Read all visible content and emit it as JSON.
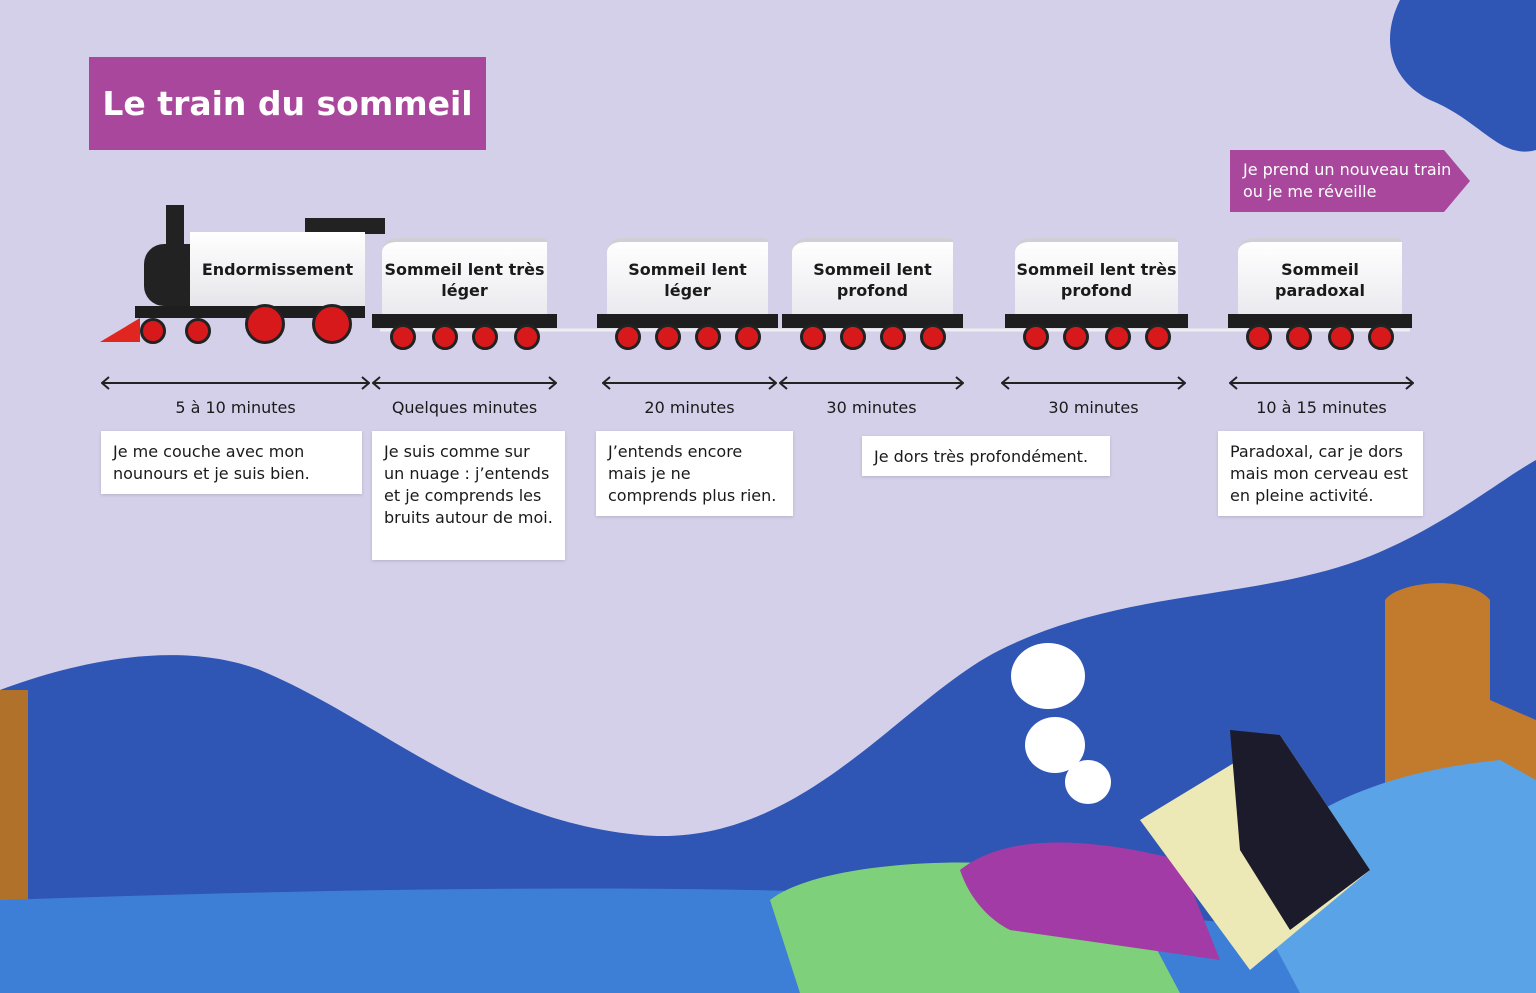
{
  "title": "Le train du sommeil",
  "next_train_label": "Je prend un nouveau train ou je me réveille",
  "stages": [
    {
      "car_label": "Endormissement",
      "duration": "5 à 10 minutes",
      "description": "Je me couche avec mon nounours et je suis bien."
    },
    {
      "car_label": "Sommeil lent très léger",
      "duration": "Quelques minutes",
      "description": "Je suis comme sur un nuage : j’entends et je comprends les bruits autour de moi."
    },
    {
      "car_label": "Sommeil lent léger",
      "duration": "20 minutes",
      "description": "J’entends encore mais je ne comprends plus rien."
    },
    {
      "car_label": "Sommeil lent profond",
      "duration": "30 minutes",
      "description": "Je dors très profondément."
    },
    {
      "car_label": "Sommeil lent très profond",
      "duration": "30 minutes"
    },
    {
      "car_label": "Sommeil paradoxal",
      "duration": "10 à 15 minutes",
      "description": "Paradoxal, car je dors mais mon cerveau est en pleine activité."
    }
  ],
  "colors": {
    "background": "#d4d0ea",
    "accent": "#a8479c",
    "wave": "#2f55b5"
  }
}
